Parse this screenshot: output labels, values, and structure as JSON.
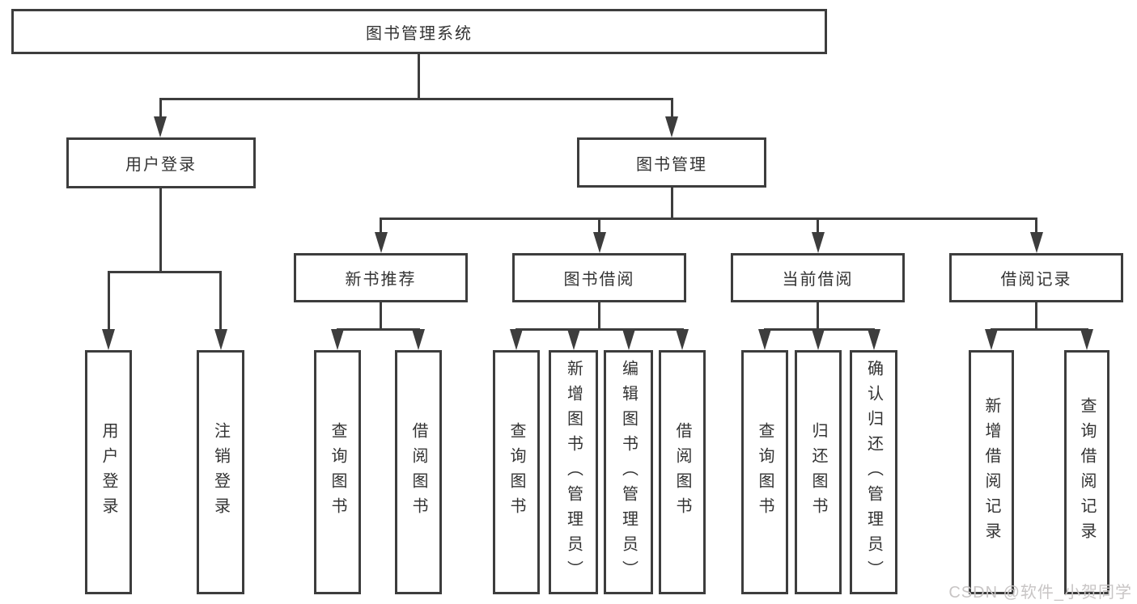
{
  "tree": {
    "root": {
      "label": "图书管理系统"
    },
    "children": [
      {
        "label": "用户登录",
        "children": [
          {
            "label": "用户登录"
          },
          {
            "label": "注销登录"
          }
        ]
      },
      {
        "label": "图书管理",
        "children": [
          {
            "label": "新书推荐",
            "children": [
              {
                "label": "查询图书"
              },
              {
                "label": "借阅图书"
              }
            ]
          },
          {
            "label": "图书借阅",
            "children": [
              {
                "label": "查询图书"
              },
              {
                "label": "新增图书（管理员）"
              },
              {
                "label": "编辑图书（管理员）"
              },
              {
                "label": "借阅图书"
              }
            ]
          },
          {
            "label": "当前借阅",
            "children": [
              {
                "label": "查询图书"
              },
              {
                "label": "归还图书"
              },
              {
                "label": "确认归还（管理员）"
              }
            ]
          },
          {
            "label": "借阅记录",
            "children": [
              {
                "label": "新增借阅记录"
              },
              {
                "label": "查询借阅记录"
              }
            ]
          }
        ]
      }
    ]
  },
  "watermark": {
    "text": "CSDN @软件_小贺同学"
  },
  "colors": {
    "line": "#3d3d3d",
    "text": "#333333",
    "background": "#ffffff",
    "watermark": "#c8c5c5"
  }
}
